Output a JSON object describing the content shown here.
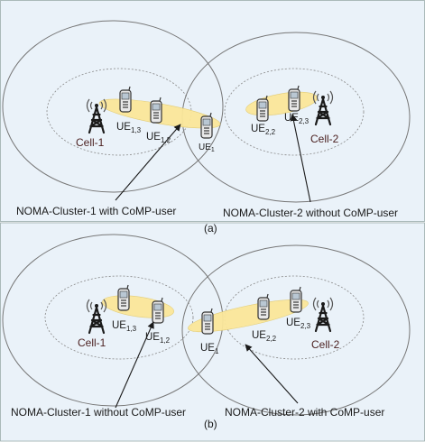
{
  "panels": [
    {
      "caption": "(a)",
      "cells": [
        {
          "label": "Cell-1",
          "tower_icon": "cell-tower-icon"
        },
        {
          "label": "Cell-2",
          "tower_icon": "cell-tower-icon"
        }
      ],
      "ues": [
        {
          "label": "UE",
          "sub": "1,3",
          "icon": "phone-icon"
        },
        {
          "label": "UE",
          "sub": "1,2",
          "icon": "phone-icon"
        },
        {
          "label": "UE",
          "sub": "1",
          "icon": "phone-icon"
        },
        {
          "label": "UE",
          "sub": "2,2",
          "icon": "phone-icon"
        },
        {
          "label": "UE",
          "sub": "2,3",
          "icon": "phone-icon"
        }
      ],
      "clusters": [
        {
          "label": "NOMA-Cluster-1 with CoMP-user"
        },
        {
          "label": "NOMA-Cluster-2 without CoMP-user"
        }
      ]
    },
    {
      "caption": "(b)",
      "cells": [
        {
          "label": "Cell-1",
          "tower_icon": "cell-tower-icon"
        },
        {
          "label": "Cell-2",
          "tower_icon": "cell-tower-icon"
        }
      ],
      "ues": [
        {
          "label": "UE",
          "sub": "1,3",
          "icon": "phone-icon"
        },
        {
          "label": "UE",
          "sub": "1,2",
          "icon": "phone-icon"
        },
        {
          "label": "UE",
          "sub": "1",
          "icon": "phone-icon"
        },
        {
          "label": "UE",
          "sub": "2,2",
          "icon": "phone-icon"
        },
        {
          "label": "UE",
          "sub": "2,3",
          "icon": "phone-icon"
        }
      ],
      "clusters": [
        {
          "label": "NOMA-Cluster-1 without CoMP-user"
        },
        {
          "label": "NOMA-Cluster-2 with CoMP-user"
        }
      ]
    }
  ],
  "colors": {
    "background": "#eaf2f9",
    "cluster_fill": "#fbe79a",
    "outline": "#777777",
    "cell_label": "#4a1f1f"
  }
}
